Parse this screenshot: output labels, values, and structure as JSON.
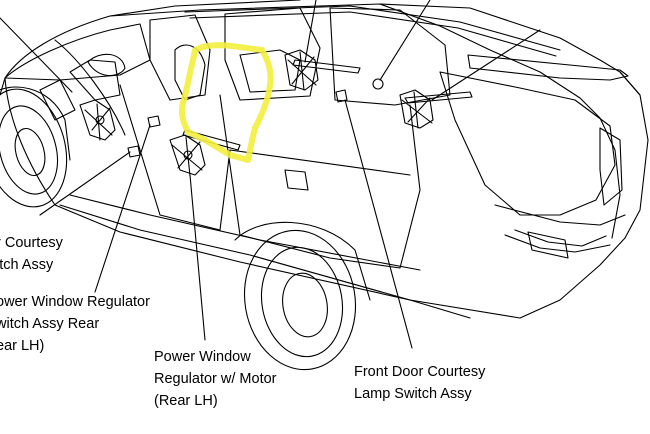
{
  "labels": {
    "rear_courtesy_switch": [
      "r Courtesy",
      "itch Assy"
    ],
    "power_window_switch": [
      "ower Window Regulator",
      "witch Assy Rear",
      "ear LH)"
    ],
    "power_window_regulator": [
      "Power Window",
      "Regulator w/ Motor",
      "(Rear LH)"
    ],
    "front_door_courtesy": [
      "Front Door Courtesy",
      "Lamp Switch Assy"
    ]
  },
  "colors": {
    "line": "#000000",
    "highlight": "#f2ee3c",
    "background": "#ffffff"
  }
}
